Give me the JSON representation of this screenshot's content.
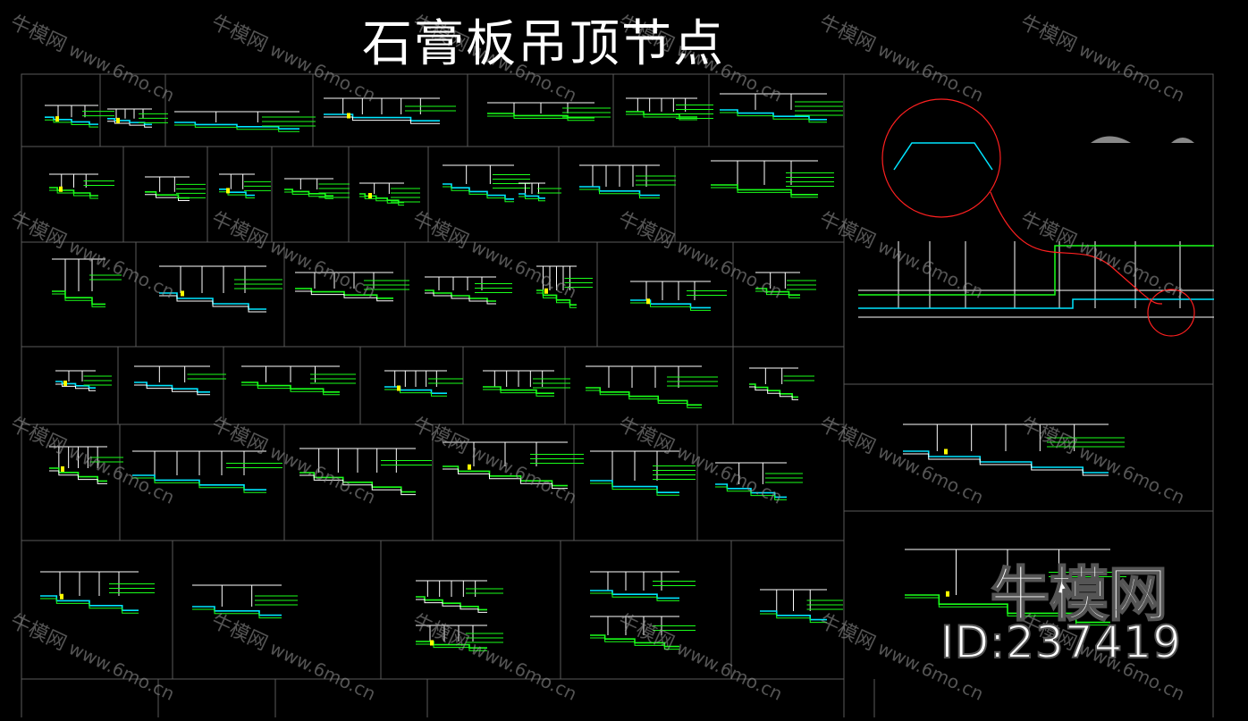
{
  "title": "石膏板吊顶节点",
  "watermark": {
    "brand_cn": "牛模网",
    "url": "www.6mo.cn"
  },
  "branding": {
    "name": "牛模网",
    "id_text": "ID:237419"
  },
  "colors": {
    "background": "#000000",
    "frame": "#5a5a5a",
    "cyan": "#00e5ff",
    "green": "#1aff1a",
    "yellow": "#ffff00",
    "magenta": "#ff00ff",
    "red": "#ff2020",
    "white": "#ffffff"
  }
}
